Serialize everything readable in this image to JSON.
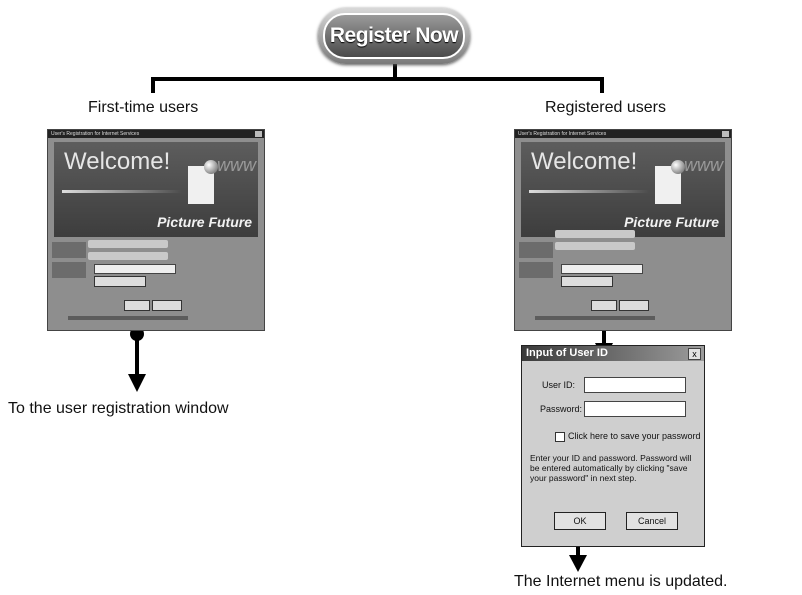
{
  "register_button": {
    "label": "Register Now"
  },
  "branches": {
    "first_time": {
      "caption": "First-time users",
      "result": "To the user registration window"
    },
    "registered": {
      "caption": "Registered users",
      "result": "The Internet menu is updated."
    }
  },
  "welcome_window": {
    "title": "User's Registration for Internet Services",
    "heading": "Welcome!",
    "www": "www",
    "tagline": "Picture Future"
  },
  "userid_dialog": {
    "title": "Input of User ID",
    "close": "x",
    "user_id_label": "User ID:",
    "password_label": "Password:",
    "save_password": "Click here to save your password",
    "note": "Enter your ID and password. Password will be entered automatically by clicking \"save your password\" in next step.",
    "ok": "OK",
    "cancel": "Cancel"
  }
}
